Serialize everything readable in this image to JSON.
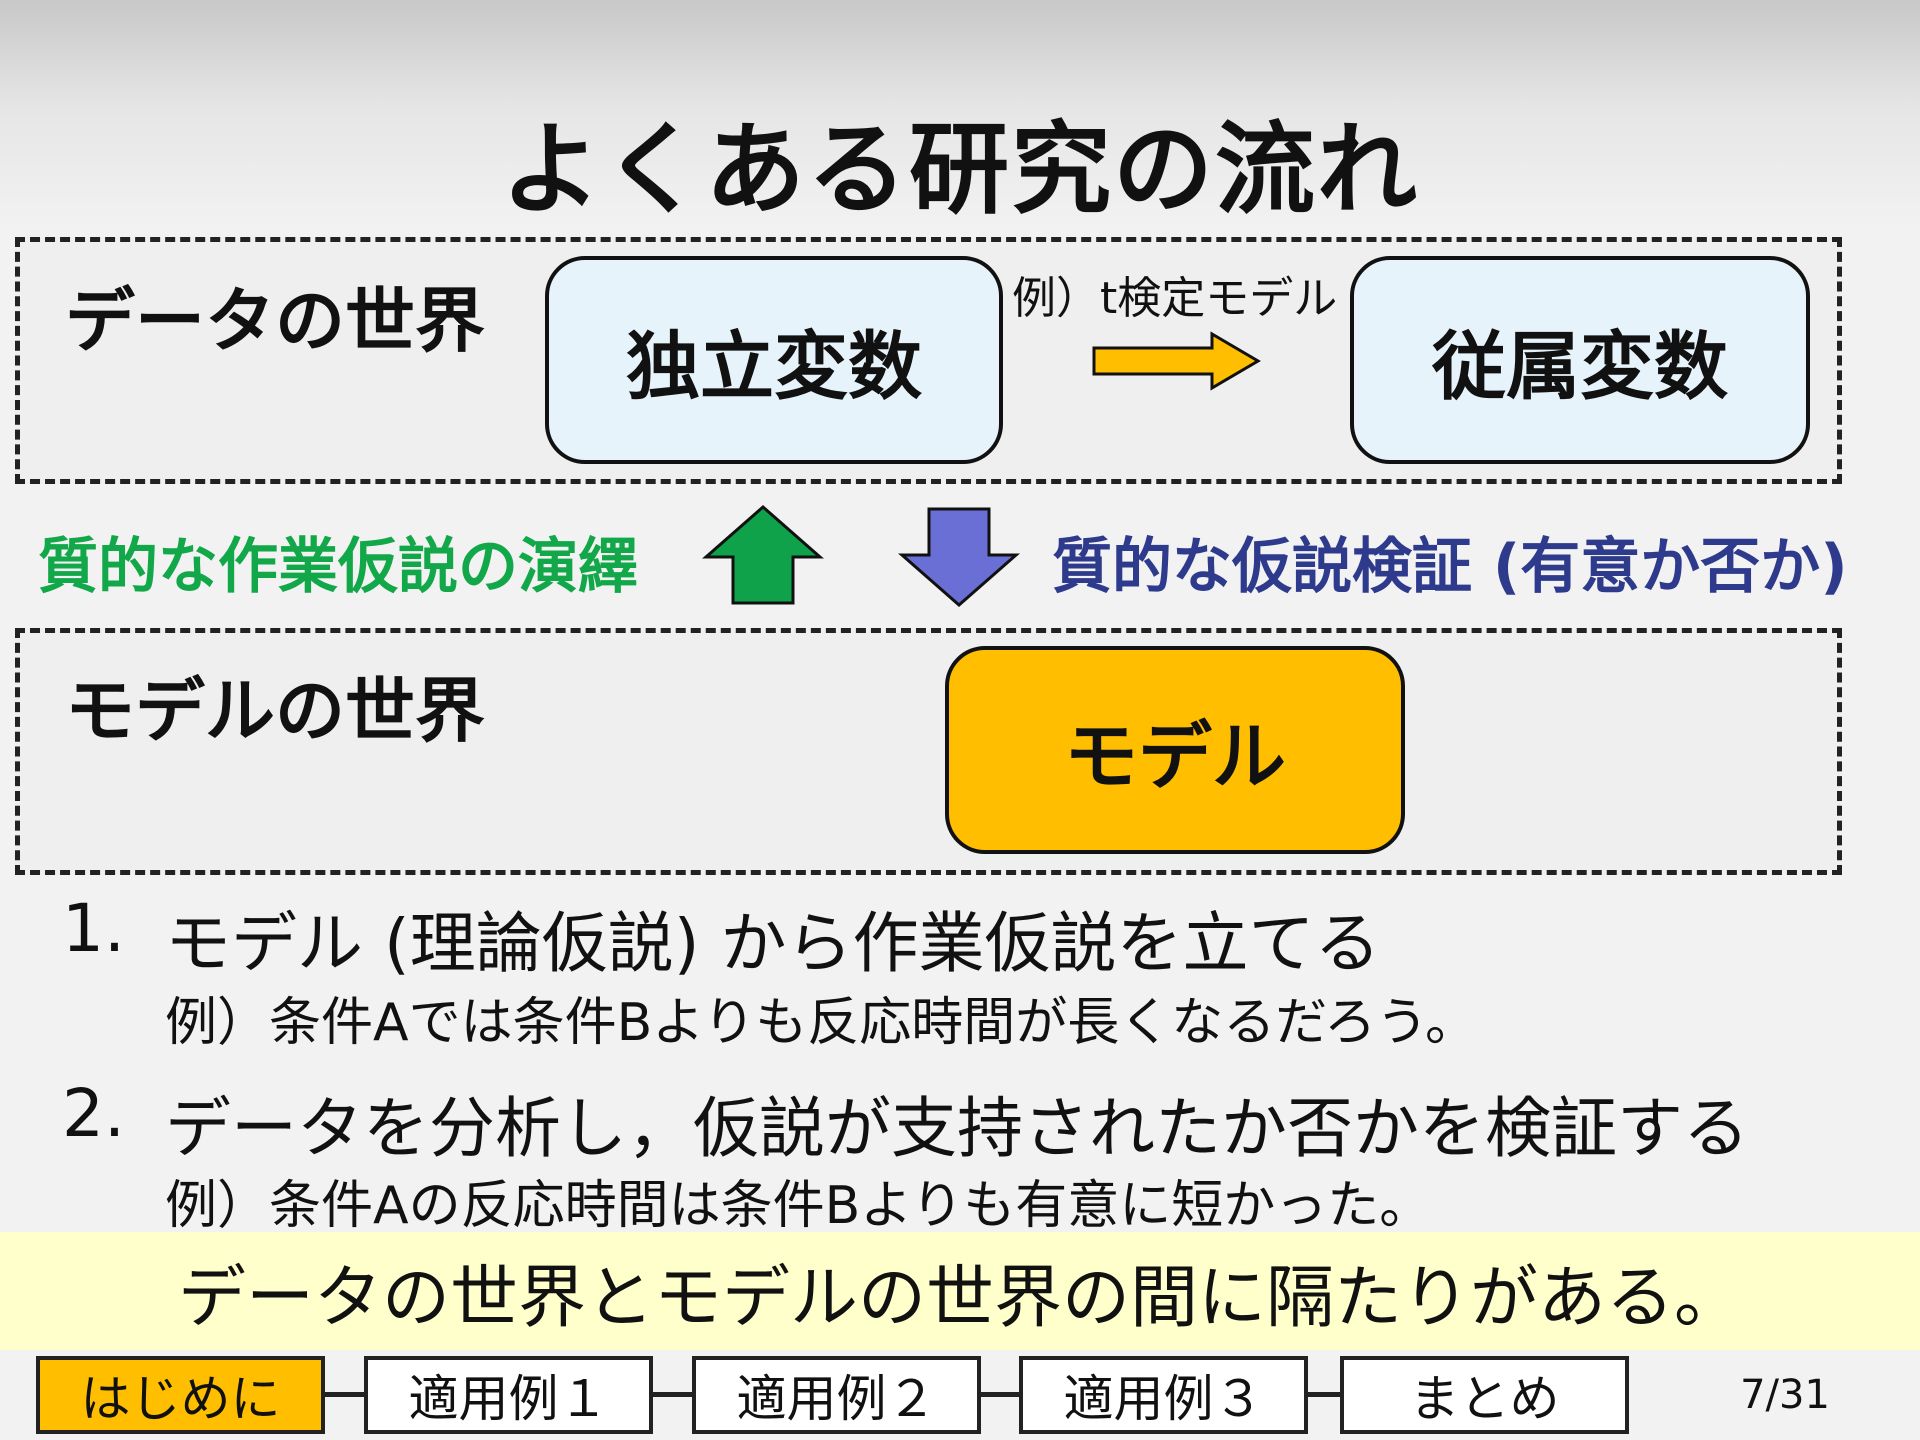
{
  "title": "よくある研究の流れ",
  "data_world": {
    "label": "データの世界",
    "independent": "独立変数",
    "dependent": "従属変数",
    "example": "例）t検定モデル"
  },
  "middle": {
    "left_text": "質的な作業仮説の演繹",
    "right_text": "質的な仮説検証 (有意か否か)",
    "colors": {
      "left": "#12a84a",
      "right": "#2e3a8c",
      "up_arrow": "#0fa24a",
      "down_arrow": "#6a6fd6",
      "right_arrow": "#ffbf00"
    }
  },
  "model_world": {
    "label": "モデルの世界",
    "model": "モデル"
  },
  "steps": [
    {
      "num": "1.",
      "main": "モデル (理論仮説) から作業仮説を立てる",
      "sub": "例）条件Aでは条件Bよりも反応時間が長くなるだろう。"
    },
    {
      "num": "2.",
      "main": "データを分析し，仮説が支持されたか否かを検証する",
      "sub": "例）条件Aの反応時間は条件Bよりも有意に短かった。"
    }
  ],
  "conclusion": "データの世界とモデルの世界の間に隔たりがある。",
  "nav": {
    "tabs": [
      "はじめに",
      "適用例１",
      "適用例２",
      "適用例３",
      "まとめ"
    ],
    "active_index": 0,
    "page": "7/31"
  }
}
